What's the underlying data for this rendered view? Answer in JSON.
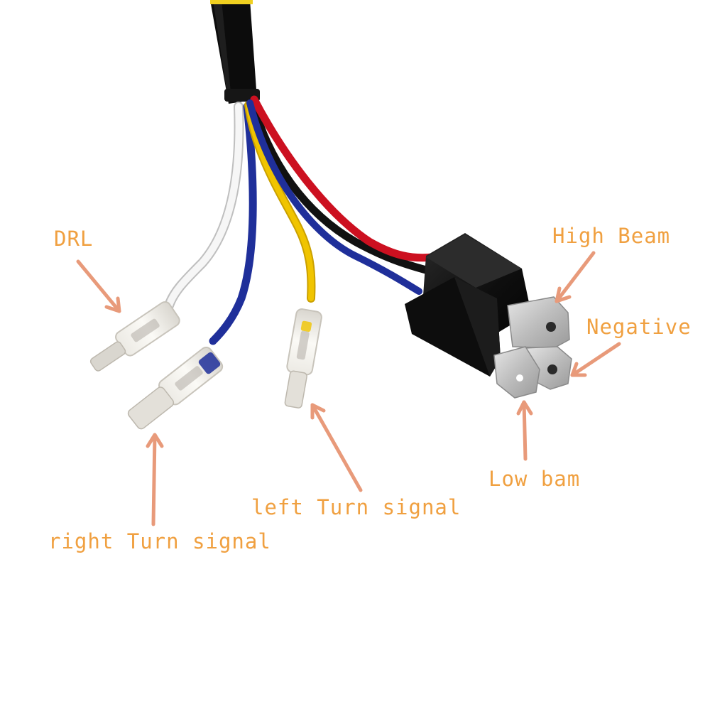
{
  "labels": {
    "drl": "DRL",
    "high_beam": "High Beam",
    "negative": "Negative",
    "low_beam": "Low bam",
    "left_turn": "left Turn signal",
    "right_turn": "right Turn signal"
  },
  "colors": {
    "label_text": "#f0a040",
    "arrow": "#e89a7a",
    "wire_white": "#f2f2f2",
    "wire_blue": "#1f2f9a",
    "wire_yellow": "#e8b800",
    "wire_red": "#cc1020",
    "wire_black": "#111111",
    "sleeve": "#0c0c0c",
    "connector_body": "#0d0d0d",
    "terminal_metal": "#c8c8c8"
  }
}
